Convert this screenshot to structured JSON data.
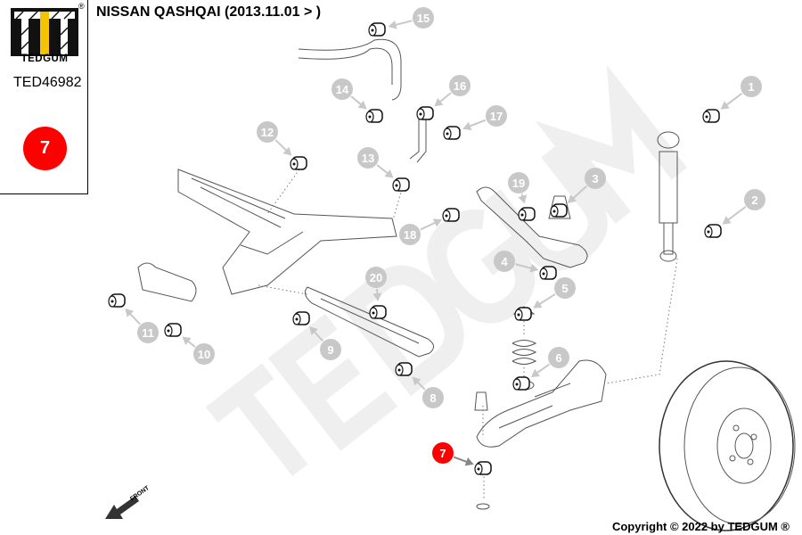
{
  "header": {
    "title": "NISSAN QASHQAI (2013.11.01 > )"
  },
  "sidebar": {
    "brand": "TEDGUM",
    "registered": "®",
    "part_number": "TED46982",
    "highlight_label": "7"
  },
  "diagram": {
    "watermark": "TEDGUM",
    "front_label": "FRONT",
    "callouts": [
      "1",
      "2",
      "3",
      "4",
      "5",
      "6",
      "7",
      "8",
      "9",
      "10",
      "11",
      "12",
      "13",
      "14",
      "15",
      "16",
      "17",
      "18",
      "19",
      "20"
    ],
    "highlighted": "7",
    "colors": {
      "callout": "#c8c8c8",
      "highlight": "#ff0000",
      "logo_accent": "#f5c400"
    }
  },
  "footer": {
    "copyright": "Copyright © 2022 by TEDGUM ®"
  }
}
